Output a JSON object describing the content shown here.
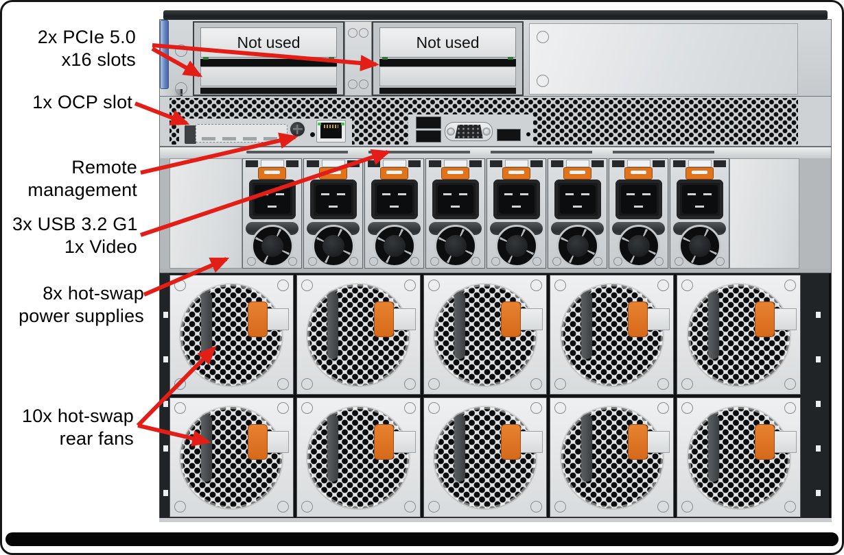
{
  "figure": {
    "description_names": [
      "server-rear-view-figure"
    ],
    "callouts": [
      {
        "id": "pcie-slots",
        "lines": [
          "2x PCIe 5.0",
          "x16 slots"
        ]
      },
      {
        "id": "ocp-slot",
        "lines": [
          "1x OCP slot"
        ]
      },
      {
        "id": "remote-mgmt",
        "lines": [
          "Remote",
          "management"
        ]
      },
      {
        "id": "usb-video",
        "lines": [
          "3x USB 3.2 G1",
          "1x Video"
        ]
      },
      {
        "id": "power-supplies",
        "lines": [
          "8x hot-swap",
          "power supplies"
        ]
      },
      {
        "id": "rear-fans",
        "lines": [
          "10x hot-swap",
          "rear fans"
        ]
      }
    ],
    "riser_plate_label": "Not used",
    "hardware": {
      "pcie_riser_count": 2,
      "psu_count": 8,
      "fan_rows": 2,
      "fan_columns": 5,
      "fan_count": 10
    },
    "port_icons": [
      "ocp-slot",
      "thumbscrew-knob-icon",
      "nmi-pinhole-icon",
      "rj45-management-port-icon",
      "usb-port-icon",
      "vga-port-icon"
    ],
    "colors": {
      "arrow_red": "#e31e17",
      "latch_orange": "#e2731d",
      "usb_blue": "#2b4fae",
      "led_green": "#3ec552",
      "chassis_gray": "#d2d5d7",
      "perforation_black": "#0e0f10"
    }
  }
}
